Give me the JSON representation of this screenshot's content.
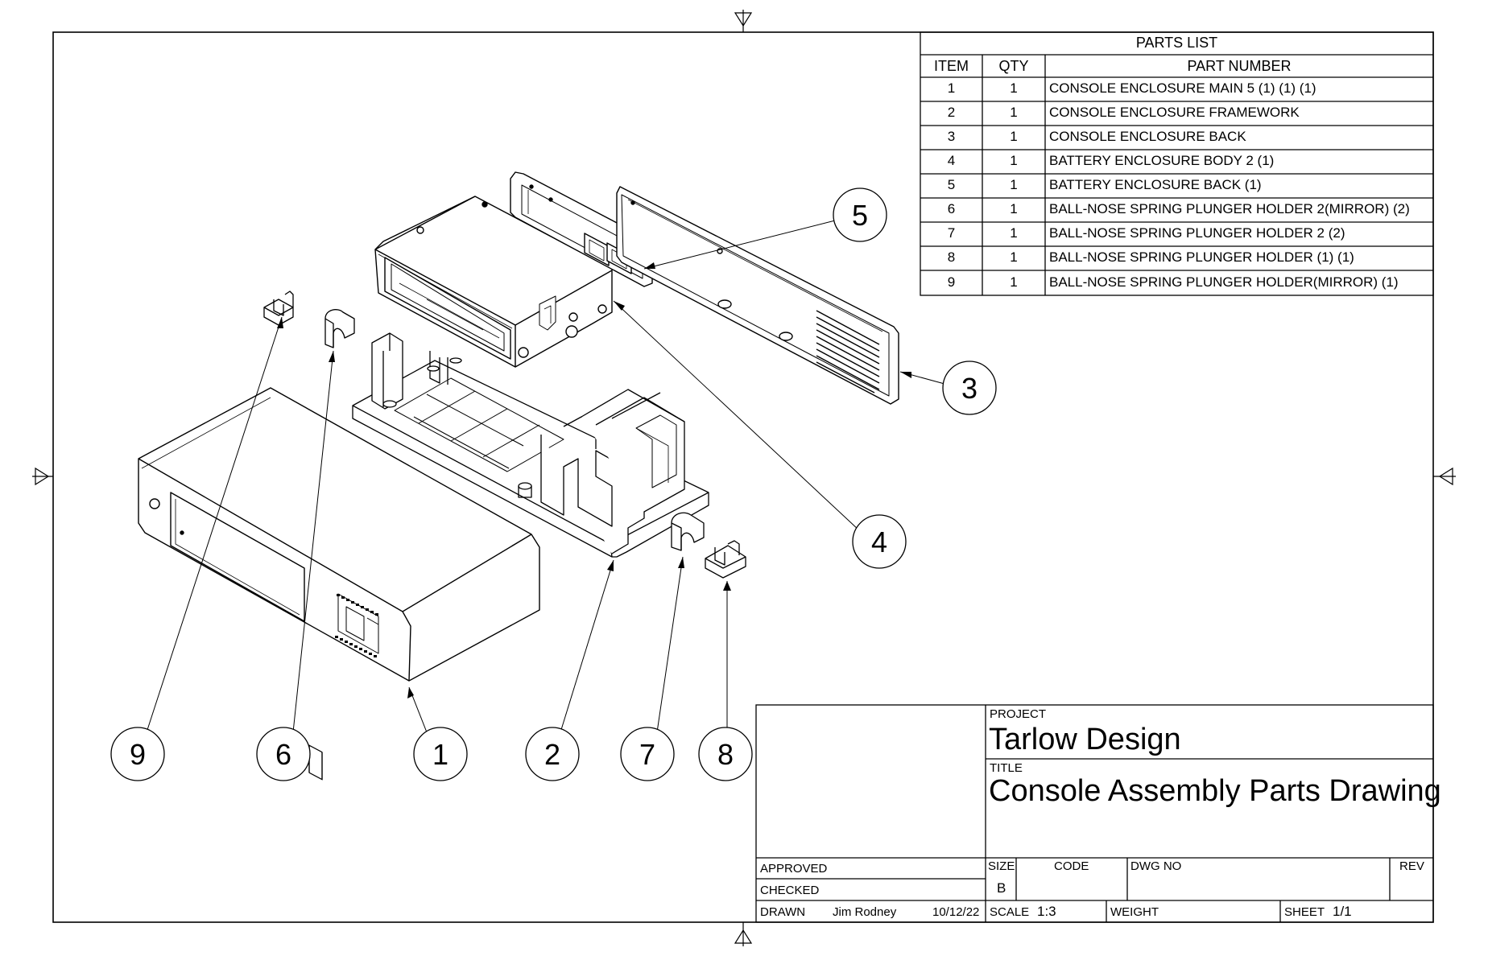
{
  "parts_list": {
    "title": "PARTS LIST",
    "headers": {
      "item": "ITEM",
      "qty": "QTY",
      "part_number": "PART NUMBER"
    },
    "rows": [
      {
        "item": "1",
        "qty": "1",
        "part": "CONSOLE ENCLOSURE MAIN  5 (1) (1) (1)"
      },
      {
        "item": "2",
        "qty": "1",
        "part": "CONSOLE ENCLOSURE FRAMEWORK"
      },
      {
        "item": "3",
        "qty": "1",
        "part": "CONSOLE ENCLOSURE BACK"
      },
      {
        "item": "4",
        "qty": "1",
        "part": "BATTERY ENCLOSURE BODY 2 (1)"
      },
      {
        "item": "5",
        "qty": "1",
        "part": "BATTERY ENCLOSURE BACK (1)"
      },
      {
        "item": "6",
        "qty": "1",
        "part": "BALL-NOSE SPRING PLUNGER HOLDER 2(MIRROR) (2)"
      },
      {
        "item": "7",
        "qty": "1",
        "part": "BALL-NOSE SPRING PLUNGER HOLDER 2 (2)"
      },
      {
        "item": "8",
        "qty": "1",
        "part": "BALL-NOSE SPRING PLUNGER HOLDER (1) (1)"
      },
      {
        "item": "9",
        "qty": "1",
        "part": "BALL-NOSE SPRING PLUNGER HOLDER(MIRROR) (1)"
      }
    ]
  },
  "title_block": {
    "project_label": "PROJECT",
    "project": "Tarlow Design",
    "title_label": "TITLE",
    "title": "Console Assembly Parts Drawing",
    "approved_label": "APPROVED",
    "checked_label": "CHECKED",
    "drawn_label": "DRAWN",
    "drawn_by": "Jim Rodney",
    "drawn_date": "10/12/22",
    "size_label": "SIZE",
    "size": "B",
    "code_label": "CODE",
    "dwg_no_label": "DWG NO",
    "rev_label": "REV",
    "scale_label": "SCALE",
    "scale": "1:3",
    "weight_label": "WEIGHT",
    "sheet_label": "SHEET",
    "sheet": "1/1"
  },
  "balloons": [
    {
      "label": "9"
    },
    {
      "label": "6"
    },
    {
      "label": "1"
    },
    {
      "label": "2"
    },
    {
      "label": "7"
    },
    {
      "label": "8"
    },
    {
      "label": "5"
    },
    {
      "label": "3"
    },
    {
      "label": "4"
    }
  ]
}
